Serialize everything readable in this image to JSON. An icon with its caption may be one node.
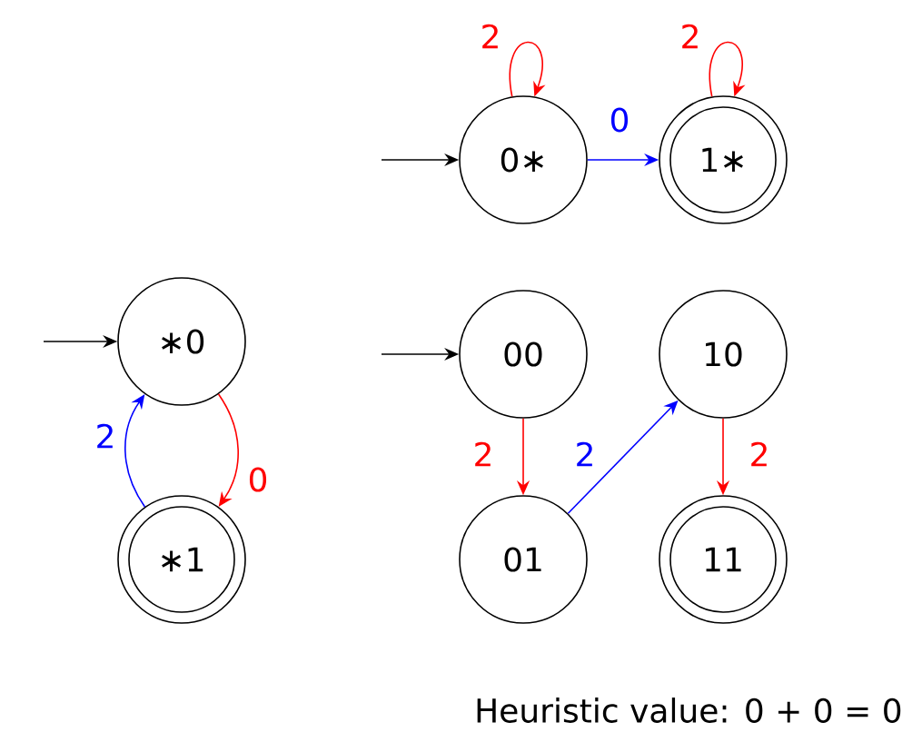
{
  "diagram": {
    "nodes": [
      {
        "text": [
          "0∗"
        ]
      },
      {
        "text": [
          "1∗"
        ]
      },
      {
        "text": [
          "∗0"
        ]
      },
      {
        "text": [
          "∗1"
        ]
      },
      {
        "text": [
          "00"
        ]
      },
      {
        "text": [
          "10"
        ]
      },
      {
        "text": [
          "01"
        ]
      },
      {
        "text": [
          "11"
        ]
      }
    ],
    "edges": [
      {
        "from": null,
        "to": 0,
        "arrow": "to",
        "color": "#000000"
      },
      {
        "from": 0,
        "to": 0,
        "arrow": "to",
        "label": "2",
        "color": "#ff0000"
      },
      {
        "from": 1,
        "to": 1,
        "arrow": "to",
        "label": "2",
        "color": "#ff0000"
      },
      {
        "from": 0,
        "to": 1,
        "arrow": "to",
        "label": "0",
        "color": "#0000ff"
      },
      {
        "from": null,
        "to": 2,
        "arrow": "to",
        "color": "#000000"
      },
      {
        "from": 2,
        "to": 3,
        "arrow": "to",
        "label": "0",
        "color": "#ff0000"
      },
      {
        "from": 3,
        "to": 2,
        "arrow": "to",
        "label": "2",
        "color": "#0000ff"
      },
      {
        "from": null,
        "to": 4,
        "arrow": "to",
        "color": "#000000"
      },
      {
        "from": 4,
        "to": 6,
        "arrow": "to",
        "label": "2",
        "color": "#ff0000"
      },
      {
        "from": 6,
        "to": 5,
        "arrow": "to",
        "label": "2",
        "color": "#0000ff"
      },
      {
        "from": 5,
        "to": 7,
        "arrow": "to",
        "label": "2",
        "color": "#ff0000"
      }
    ],
    "labels": [
      "Heuristic value: 0 + 0 = 0"
    ]
  }
}
